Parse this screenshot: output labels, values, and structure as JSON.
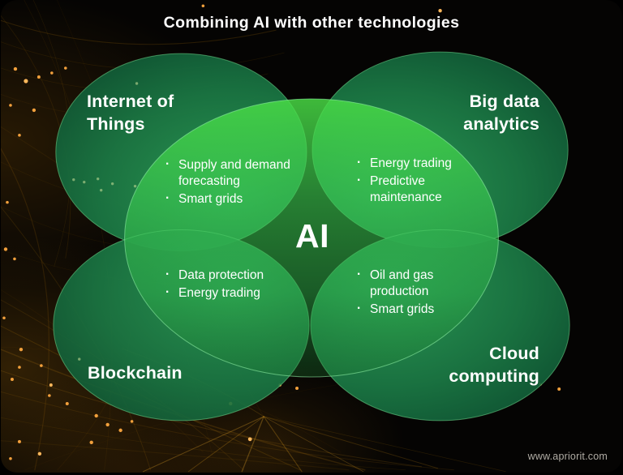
{
  "title": "Combining AI with other technologies",
  "center": {
    "label": "AI"
  },
  "circles": [
    {
      "id": "internet-of-things",
      "label": "Internet of Things",
      "items": [
        "Supply and demand forecasting",
        "Smart grids"
      ]
    },
    {
      "id": "big-data-analytics",
      "label": "Big data analytics",
      "items": [
        "Energy trading",
        "Predictive maintenance"
      ]
    },
    {
      "id": "blockchain",
      "label": "Blockchain",
      "items": [
        "Data protection",
        "Energy trading"
      ]
    },
    {
      "id": "cloud-computing",
      "label": "Cloud computing",
      "items": [
        "Oil and gas production",
        "Smart grids"
      ]
    }
  ],
  "footer": {
    "website": "www.apriorit.com"
  },
  "colors": {
    "background": "#050403",
    "outer_circle_dark_green": "#0c4f31",
    "outer_circle_green": "#2da35a",
    "center_circle_green": "#3ccd50",
    "accent_orange": "#e8a41e",
    "text": "#ffffff"
  }
}
